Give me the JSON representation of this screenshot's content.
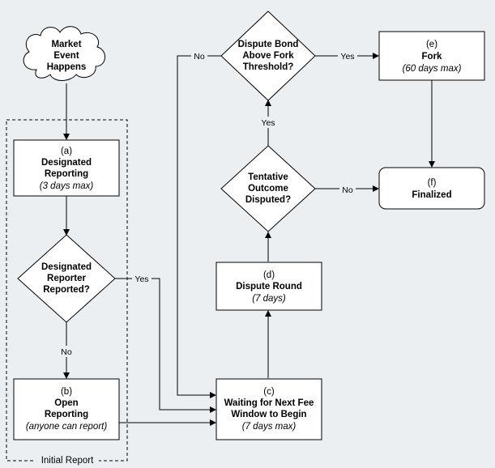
{
  "nodes": {
    "start": {
      "lines": [
        "Market",
        "Event",
        "Happens"
      ]
    },
    "a": {
      "id": "(a)",
      "title": [
        "Designated",
        "Reporting"
      ],
      "note": "(3 days max)"
    },
    "q1": {
      "lines": [
        "Designated",
        "Reporter",
        "Reported?"
      ]
    },
    "b": {
      "id": "(b)",
      "title": [
        "Open",
        "Reporting"
      ],
      "note": "(anyone can report)"
    },
    "c": {
      "id": "(c)",
      "title": [
        "Waiting for Next Fee",
        "Window to Begin"
      ],
      "note": "(7 days max)"
    },
    "d": {
      "id": "(d)",
      "title": [
        "Dispute Round"
      ],
      "note": "(7 days)"
    },
    "q2": {
      "lines": [
        "Tentative",
        "Outcome",
        "Disputed?"
      ]
    },
    "q3": {
      "lines": [
        "Dispute Bond",
        "Above Fork",
        "Threshold?"
      ]
    },
    "e": {
      "id": "(e)",
      "title": [
        "Fork"
      ],
      "note": "(60 days max)"
    },
    "f": {
      "id": "(f)",
      "title": [
        "Finalized"
      ]
    }
  },
  "group_label": "Initial Report",
  "edge_labels": {
    "q1_yes": "Yes",
    "q1_no": "No",
    "q2_yes": "Yes",
    "q2_no": "No",
    "q3_yes": "Yes",
    "q3_no": "No"
  }
}
